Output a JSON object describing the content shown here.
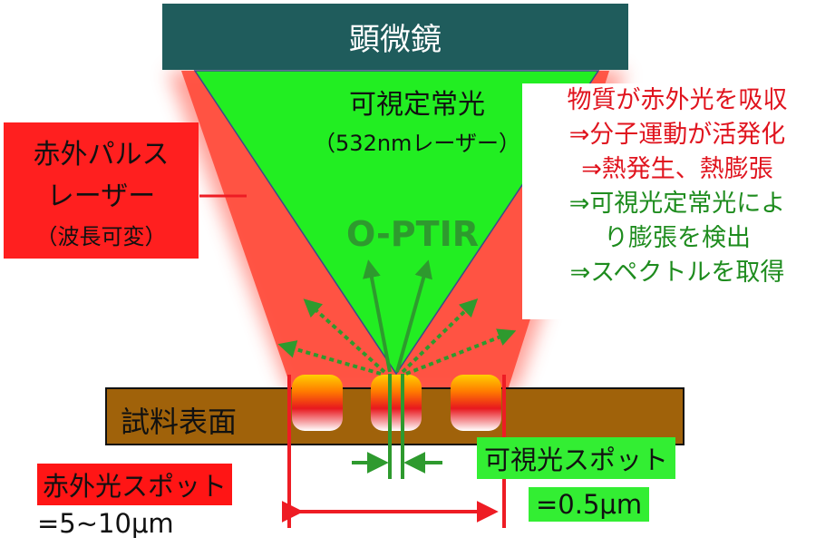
{
  "microscope_label": "顕微鏡",
  "visible_light": {
    "title": "可視定常光",
    "subtitle": "（532nmレーザー）"
  },
  "technique_label": "O-PTIR",
  "ir_laser": {
    "line1": "赤外パルス",
    "line2": "レーザー",
    "line3": "（波長可変）"
  },
  "mechanism_steps": {
    "step1": "物質が赤外光を吸収",
    "step2": "⇒分子運動が活発化",
    "step3": "⇒熱発生、熱膨張",
    "step4a": "⇒可視光定常光によ",
    "step4b": "り膨張を検出",
    "step5": "⇒スペクトルを取得"
  },
  "sample_label": "試料表面",
  "ir_spot": {
    "label": "赤外光スポット",
    "value": "=5~10μm"
  },
  "visible_spot": {
    "label": "可視光スポット",
    "value": "=0.5μm"
  },
  "colors": {
    "microscope": "#1f5c5c",
    "ir_red": "#ff1f1f",
    "visible_green": "#33ee33",
    "sample_brown": "#a0620a",
    "arrow_green": "#2e9a2e",
    "text_red": "#e0141e",
    "text_green": "#1e8c1e"
  }
}
